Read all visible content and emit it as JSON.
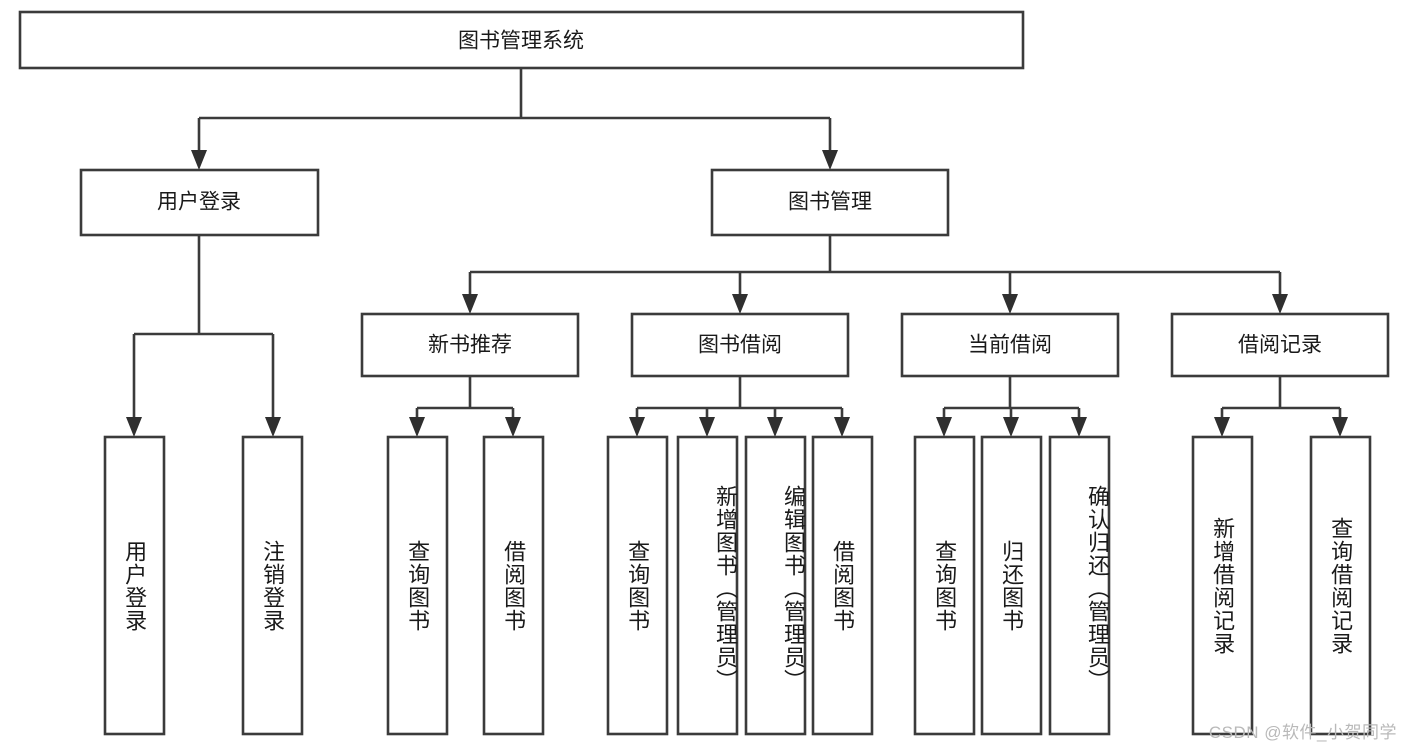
{
  "diagram": {
    "type": "hierarchy-tree",
    "title": "图书管理系统",
    "watermark": "CSDN @软件_小贺同学",
    "levels": {
      "root": {
        "label": "图书管理系统"
      },
      "level2": [
        {
          "id": "user-login",
          "label": "用户登录"
        },
        {
          "id": "book-manage",
          "label": "图书管理"
        }
      ],
      "level3": [
        {
          "id": "new-book-recommend",
          "label": "新书推荐"
        },
        {
          "id": "book-borrow",
          "label": "图书借阅"
        },
        {
          "id": "current-borrow",
          "label": "当前借阅"
        },
        {
          "id": "borrow-record",
          "label": "借阅记录"
        }
      ],
      "leaves": [
        {
          "id": "leaf-user-login",
          "label": "用户登录",
          "parent": "user-login"
        },
        {
          "id": "leaf-logout-login",
          "label": "注销登录",
          "parent": "user-login"
        },
        {
          "id": "leaf-query-book-1",
          "label": "查询图书",
          "parent": "new-book-recommend"
        },
        {
          "id": "leaf-borrow-book-1",
          "label": "借阅图书",
          "parent": "new-book-recommend"
        },
        {
          "id": "leaf-query-book-2",
          "label": "查询图书",
          "parent": "book-borrow"
        },
        {
          "id": "leaf-add-book",
          "label": "新增图书（管理员）",
          "parent": "book-borrow"
        },
        {
          "id": "leaf-edit-book",
          "label": "编辑图书（管理员）",
          "parent": "book-borrow"
        },
        {
          "id": "leaf-borrow-book-2",
          "label": "借阅图书",
          "parent": "book-borrow"
        },
        {
          "id": "leaf-query-book-3",
          "label": "查询图书",
          "parent": "current-borrow"
        },
        {
          "id": "leaf-return-book",
          "label": "归还图书",
          "parent": "current-borrow"
        },
        {
          "id": "leaf-confirm-return",
          "label": "确认归还（管理员）",
          "parent": "current-borrow"
        },
        {
          "id": "leaf-add-record",
          "label": "新增借阅记录",
          "parent": "borrow-record"
        },
        {
          "id": "leaf-query-record",
          "label": "查询借阅记录",
          "parent": "borrow-record"
        }
      ]
    },
    "colors": {
      "box_stroke": "#3b3b3b",
      "box_fill": "#ffffff",
      "connector": "#3b3b3b",
      "text": "#1a1a1a",
      "watermark": "#b9b9b9",
      "background": "#ffffff"
    }
  }
}
